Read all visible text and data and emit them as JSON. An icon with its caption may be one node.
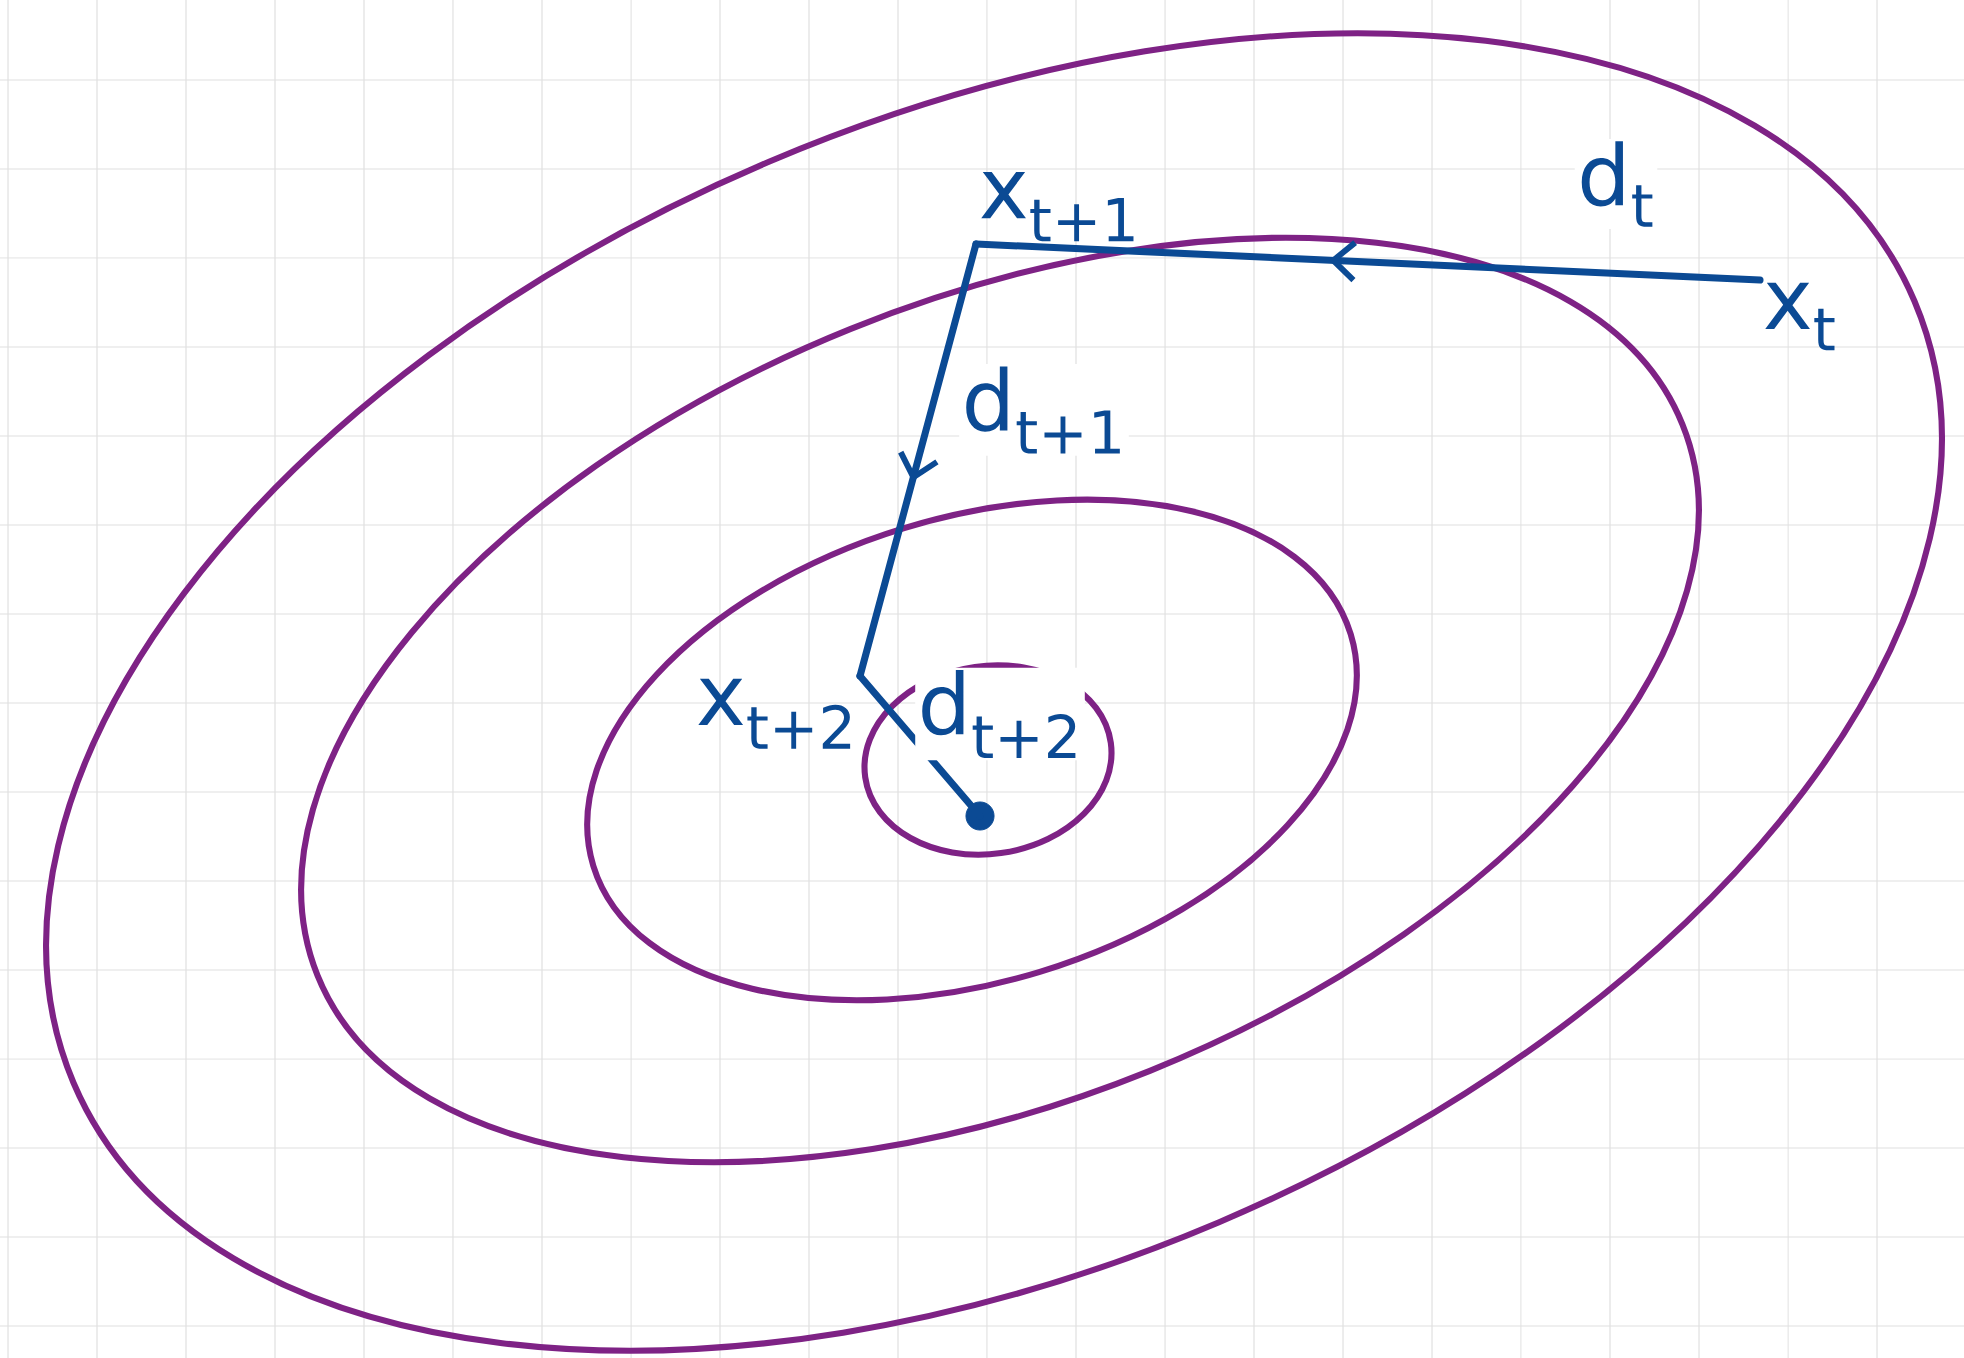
{
  "diagram": {
    "nodes": [
      {
        "text": [
          "x$_{t}$"
        ]
      },
      {
        "text": [
          "x$_{t+1}$"
        ]
      },
      {
        "text": [
          "x$_{t+2}$"
        ]
      },
      {
        "text": [],
        "shape": "circle"
      }
    ],
    "edges": [
      {
        "from": 0,
        "to": 1,
        "arrow": "to",
        "label": "d$_{t}$"
      },
      {
        "from": 1,
        "to": 2,
        "arrow": "to",
        "label": "d$_{t+1}$"
      },
      {
        "from": 2,
        "to": 3,
        "arrow": "none",
        "label": "d$_{t+2}$"
      }
    ]
  }
}
